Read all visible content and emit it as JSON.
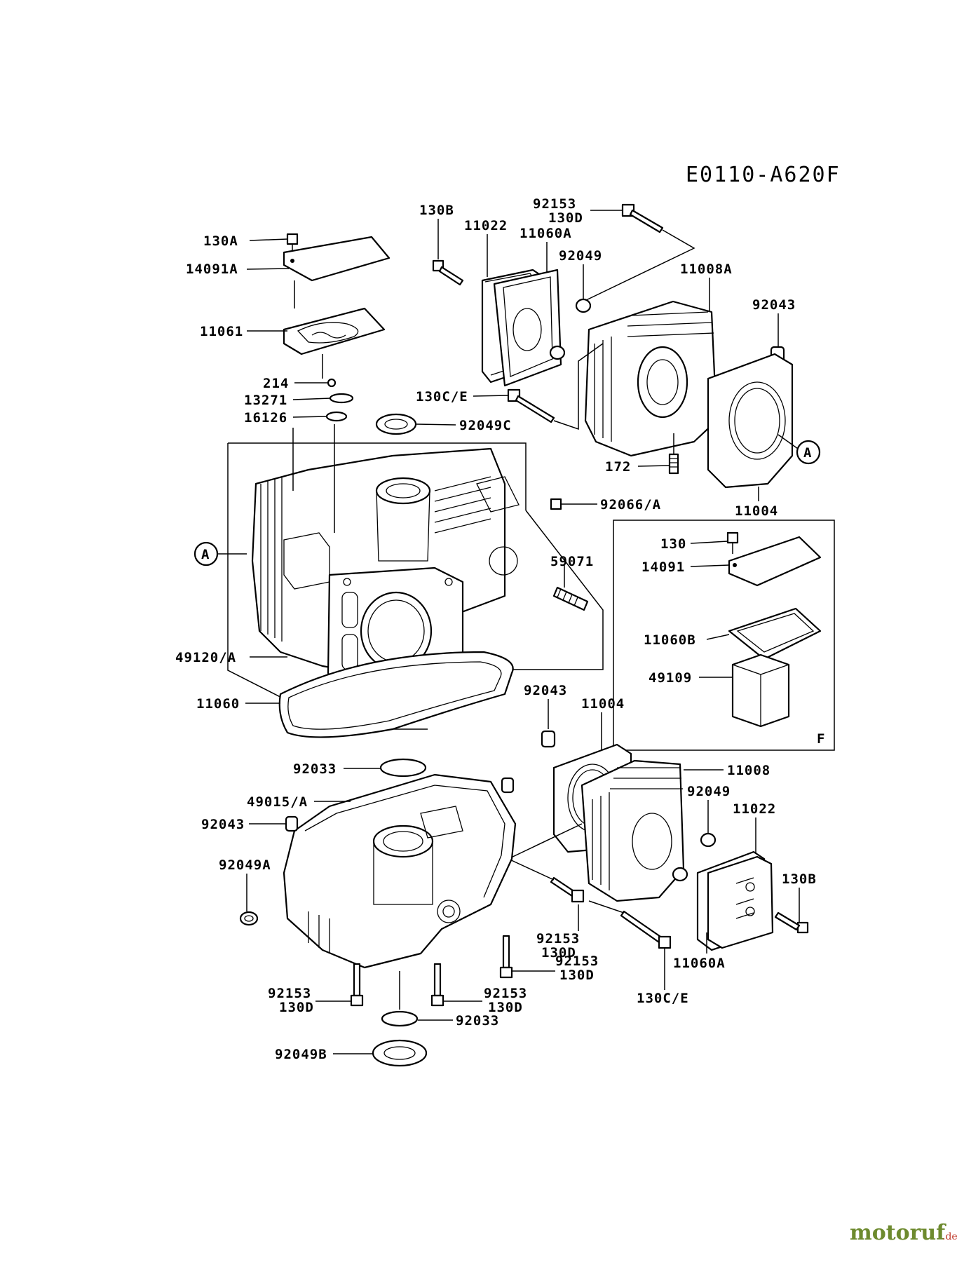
{
  "diagram_code": "E0110-A620F",
  "callouts": {
    "ref_a": "A",
    "ref_f": "F"
  },
  "labels": {
    "p130A": "130A",
    "p14091A": "14091A",
    "p11061": "11061",
    "p214": "214",
    "p13271": "13271",
    "p16126": "16126",
    "p92049C": "92049C",
    "p130B_top": "130B",
    "p11022_top": "11022",
    "p11060A_top": "11060A",
    "p92153_top": "92153",
    "p130D_top": "130D",
    "p92049_top": "92049",
    "p11008A": "11008A",
    "p92043_top": "92043",
    "p130CE_top": "130C/E",
    "p172": "172",
    "p11004_top": "11004",
    "p92066A": "92066/A",
    "p59071": "59071",
    "p49120A": "49120/A",
    "p11060": "11060",
    "p130_f": "130",
    "p14091_f": "14091",
    "p11060B_f": "11060B",
    "p49109_f": "49109",
    "p92043_mid": "92043",
    "p11004_mid": "11004",
    "p11008": "11008",
    "p92049_mid": "92049",
    "p11022_mid": "11022",
    "p130B_mid": "130B",
    "p92033_top": "92033",
    "p49015A": "49015/A",
    "p92043_left": "92043",
    "p92049A": "92049A",
    "p92153_m1": "92153",
    "p130D_m1": "130D",
    "p92153_m2": "92153",
    "p130D_m2": "130D",
    "p11060A_mid": "11060A",
    "p130CE_mid": "130C/E",
    "p92153_b1": "92153",
    "p130D_b1": "130D",
    "p92153_b2": "92153",
    "p130D_b2": "130D",
    "p92033_bot": "92033",
    "p92049B": "92049B"
  },
  "watermark": {
    "brand": "motoruf",
    "tld": ".de"
  }
}
